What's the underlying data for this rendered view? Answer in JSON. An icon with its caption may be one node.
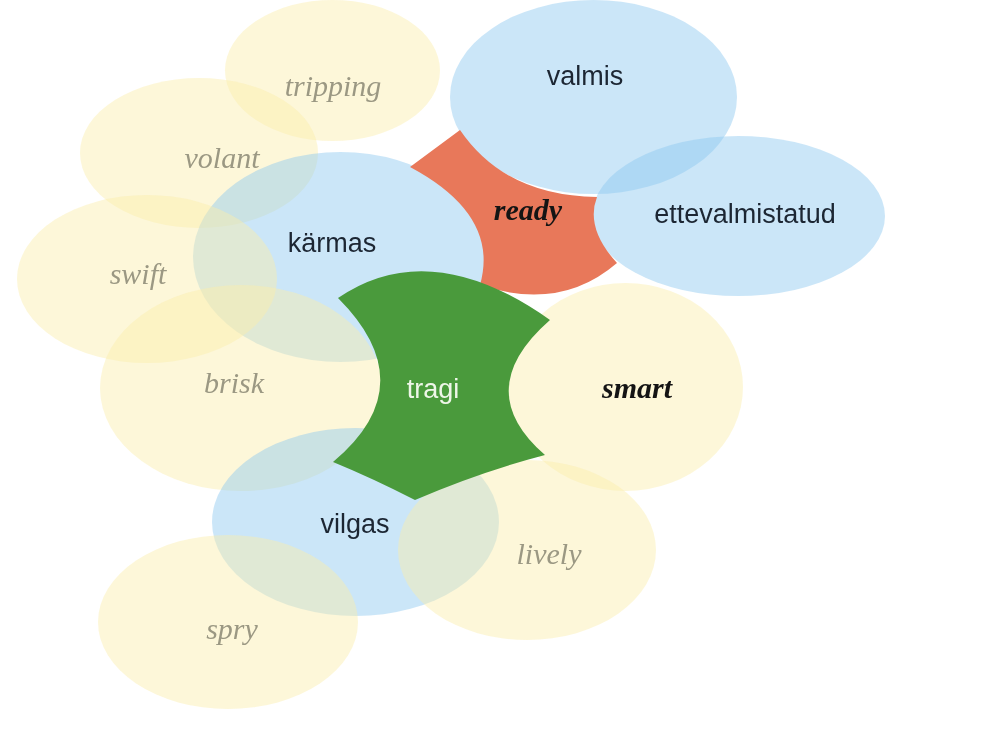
{
  "diagram": {
    "nodes": [
      {
        "text": [
          "tripping"
        ]
      },
      {
        "text": [
          "valmis"
        ]
      },
      {
        "text": [
          "volant"
        ]
      },
      {
        "text": [
          "ready"
        ]
      },
      {
        "text": [
          "ettevalmistatud"
        ]
      },
      {
        "text": [
          "kärmas"
        ]
      },
      {
        "text": [
          "swift"
        ]
      },
      {
        "text": [
          "tragi"
        ]
      },
      {
        "text": [
          "brisk"
        ]
      },
      {
        "text": [
          "smart"
        ]
      },
      {
        "text": [
          "vilgas"
        ]
      },
      {
        "text": [
          "lively"
        ]
      },
      {
        "text": [
          "spry"
        ]
      }
    ]
  }
}
